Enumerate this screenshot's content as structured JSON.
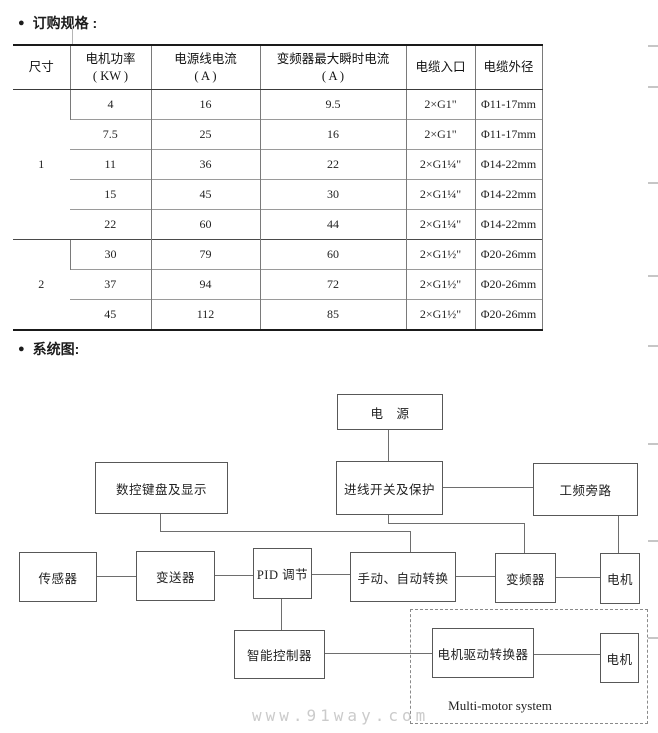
{
  "page": {
    "bullet": "●",
    "section1_title": "订购规格 :",
    "section2_title": "系统图:",
    "watermark": "www.91way.com"
  },
  "table": {
    "headers": [
      {
        "line1": "尺寸",
        "line2": ""
      },
      {
        "line1": "电机功率",
        "line2": "( KW )"
      },
      {
        "line1": "电源线电流",
        "line2": "( A )"
      },
      {
        "line1": "变频器最大瞬时电流",
        "line2": "( A )"
      },
      {
        "line1": "电缆入口",
        "line2": ""
      },
      {
        "line1": "电缆外径",
        "line2": ""
      }
    ],
    "groups": [
      {
        "size": "1",
        "rows": [
          [
            "4",
            "16",
            "9.5",
            "2×G1\"",
            "Φ11-17mm"
          ],
          [
            "7.5",
            "25",
            "16",
            "2×G1\"",
            "Φ11-17mm"
          ],
          [
            "11",
            "36",
            "22",
            "2×G1¼\"",
            "Φ14-22mm"
          ],
          [
            "15",
            "45",
            "30",
            "2×G1¼\"",
            "Φ14-22mm"
          ],
          [
            "22",
            "60",
            "44",
            "2×G1¼\"",
            "Φ14-22mm"
          ]
        ]
      },
      {
        "size": "2",
        "rows": [
          [
            "30",
            "79",
            "60",
            "2×G1½\"",
            "Φ20-26mm"
          ],
          [
            "37",
            "94",
            "72",
            "2×G1½\"",
            "Φ20-26mm"
          ],
          [
            "45",
            "112",
            "85",
            "2×G1½\"",
            "Φ20-26mm"
          ]
        ]
      }
    ]
  },
  "diagram": {
    "boxes": {
      "power": "电　源",
      "keypad": "数控键盘及显示",
      "incoming_switch": "进线开关及保护",
      "bypass": "工频旁路",
      "sensor": "传感器",
      "transmitter": "变送器",
      "pid": "PID 调节",
      "manual_auto": "手动、自动转换",
      "inverter": "变频器",
      "motor_top": "电机",
      "controller": "智能控制器",
      "drive_converter": "电机驱动转换器",
      "motor_bottom": "电机"
    },
    "multi_motor_label": "Multi-motor system"
  }
}
